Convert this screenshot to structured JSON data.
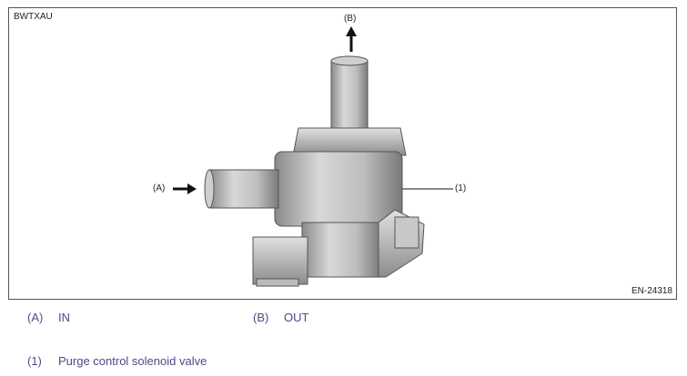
{
  "figure": {
    "code": "BWTXAU",
    "ref": "EN-24318",
    "callout_b": "(B)",
    "callout_a": "(A)",
    "callout_1": "(1)"
  },
  "legend": [
    {
      "key": "(A)",
      "label": "IN"
    },
    {
      "key": "(B)",
      "label": "OUT"
    },
    {
      "key": "(1)",
      "label": "Purge control solenoid valve"
    }
  ]
}
